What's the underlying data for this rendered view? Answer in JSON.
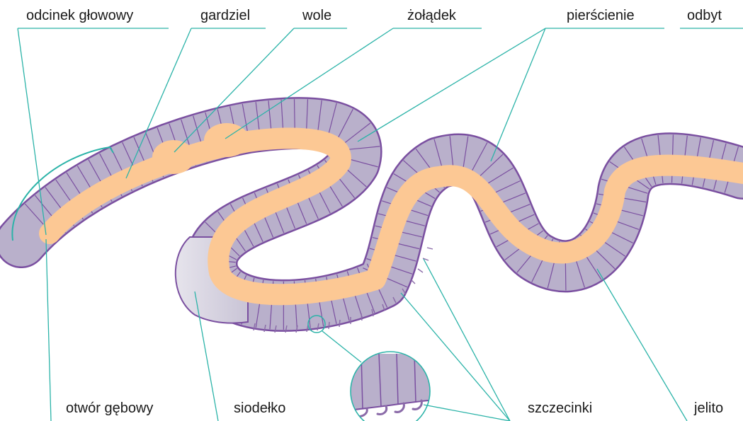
{
  "labels": {
    "head_section": "odcinek głowowy",
    "pharynx": "gardziel",
    "crop": "wole",
    "gizzard": "żołądek",
    "rings": "pierścienie",
    "anus": "odbyt",
    "mouth": "otwór gębowy",
    "clitellum": "siodełko",
    "setae": "szczecinki",
    "intestine": "jelito"
  },
  "colors": {
    "body_fill": "#b9b0cb",
    "body_outline": "#7a4fa0",
    "gut_fill": "#fcc894",
    "clitellum_fill": "#e3e1e8",
    "leader_line": "#2bb3a8",
    "text": "#1a1a1a"
  }
}
